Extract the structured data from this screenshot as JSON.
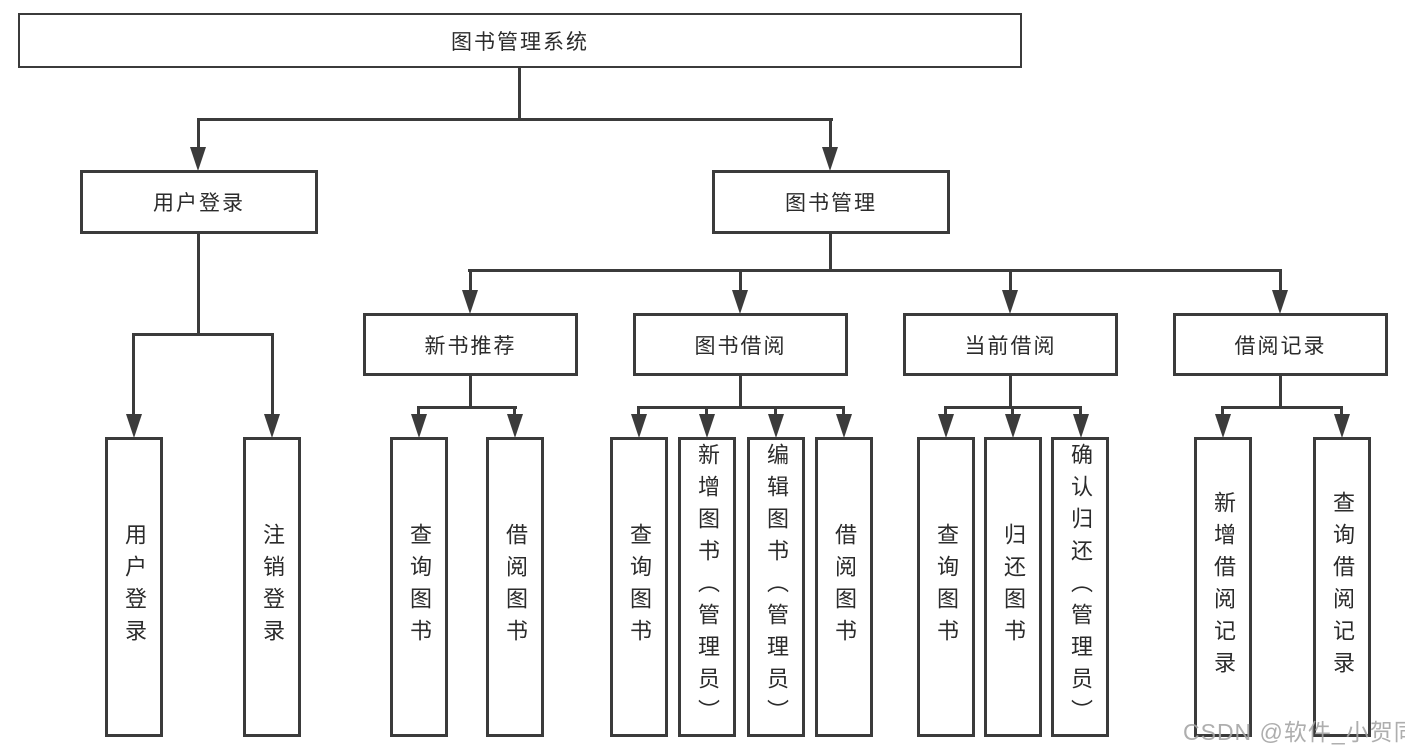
{
  "diagram": {
    "title": "图书管理系统",
    "level2": [
      "用户登录",
      "图书管理"
    ],
    "level3": [
      "新书推荐",
      "图书借阅",
      "当前借阅",
      "借阅记录"
    ],
    "leaves": {
      "user_login": [
        "用户登录",
        "注销登录"
      ],
      "new_book_recommend": [
        "查询图书",
        "借阅图书"
      ],
      "book_borrow": [
        "查询图书",
        "新增图书（管理员）",
        "编辑图书（管理员）",
        "借阅图书"
      ],
      "current_borrow": [
        "查询图书",
        "归还图书",
        "确认归还（管理员）"
      ],
      "borrow_records": [
        "新增借阅记录",
        "查询借阅记录"
      ]
    },
    "watermark": "CSDN @软件_小贺同学",
    "colors": {
      "line": "#3b3b3b",
      "text": "#2b2b2b",
      "watermark": "#a5a5a5"
    }
  }
}
